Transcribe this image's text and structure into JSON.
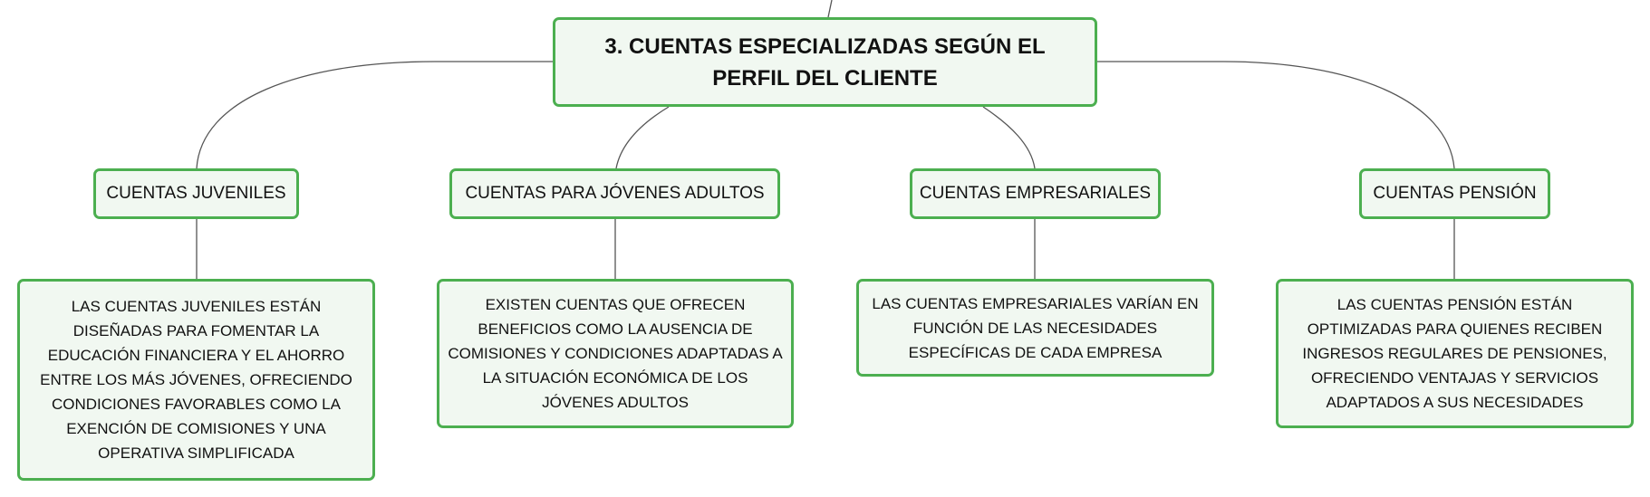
{
  "root": {
    "title": "3. CUENTAS ESPECIALIZADAS SEGÚN EL PERFIL DEL CLIENTE"
  },
  "categories": [
    {
      "label": "CUENTAS JUVENILES",
      "description": "LAS CUENTAS JUVENILES ESTÁN DISEÑADAS PARA FOMENTAR LA EDUCACIÓN FINANCIERA Y EL AHORRO ENTRE LOS MÁS JÓVENES, OFRECIENDO CONDICIONES FAVORABLES COMO LA EXENCIÓN DE COMISIONES Y UNA OPERATIVA SIMPLIFICADA"
    },
    {
      "label": "CUENTAS PARA JÓVENES ADULTOS",
      "description": "EXISTEN CUENTAS QUE OFRECEN BENEFICIOS COMO LA AUSENCIA DE COMISIONES Y CONDICIONES ADAPTADAS A LA SITUACIÓN ECONÓMICA DE LOS JÓVENES ADULTOS"
    },
    {
      "label": "CUENTAS EMPRESARIALES",
      "description": "LAS CUENTAS EMPRESARIALES VARÍAN EN FUNCIÓN DE LAS NECESIDADES ESPECÍFICAS DE CADA EMPRESA"
    },
    {
      "label": "CUENTAS PENSIÓN",
      "description": "LAS CUENTAS PENSIÓN ESTÁN OPTIMIZADAS PARA QUIENES RECIBEN INGRESOS REGULARES DE PENSIONES, OFRECIENDO VENTAJAS Y SERVICIOS ADAPTADOS A SUS NECESIDADES"
    }
  ],
  "colors": {
    "node_border": "#4caf50",
    "node_fill": "#f1f8f1",
    "connector": "#555555"
  }
}
